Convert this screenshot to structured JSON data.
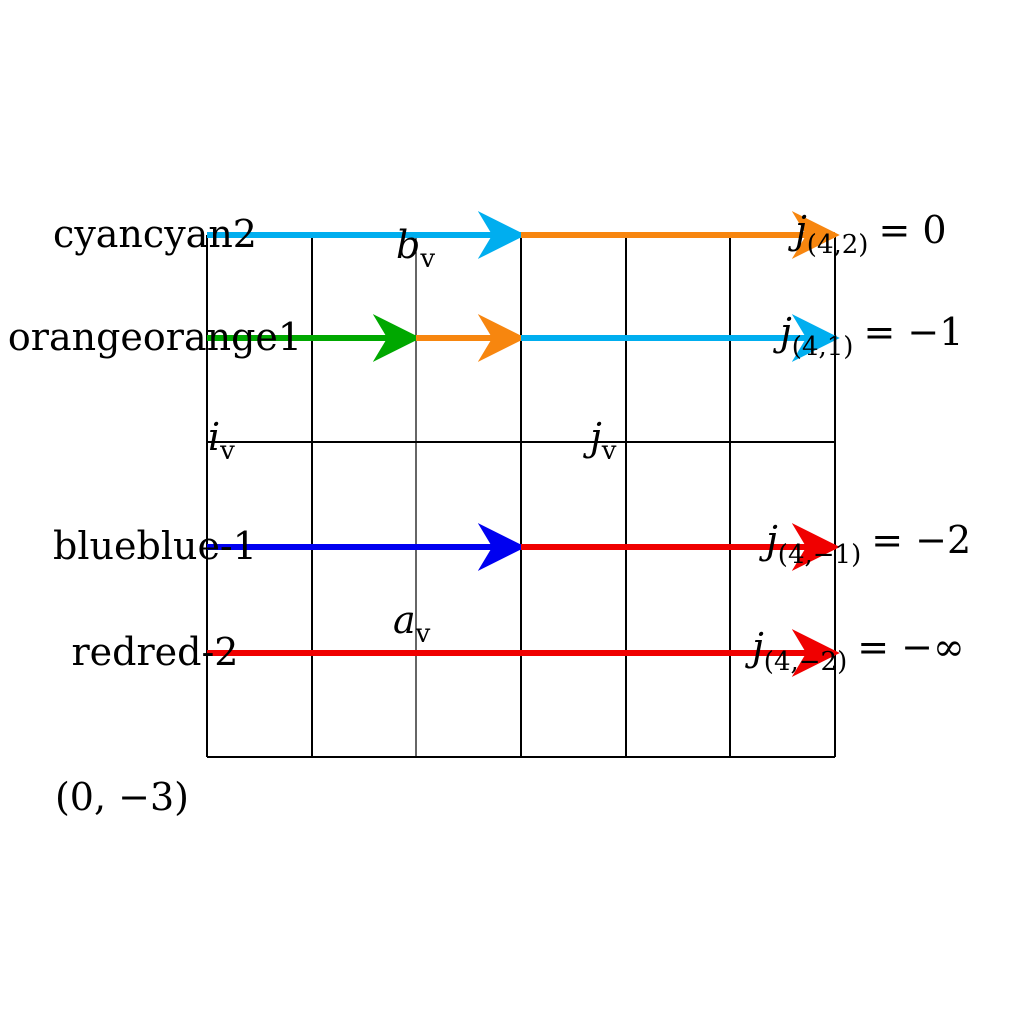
{
  "row_labels": {
    "cyan": "cyancyan2",
    "orange": "orangeorange1",
    "blue": "blueblue-1",
    "red": "redred-2"
  },
  "colors": {
    "cyan": "#00AEEF",
    "orange": "#F7860F",
    "green": "#00A800",
    "blue": "#0000F0",
    "red": "#F00000",
    "grid": "#000000"
  },
  "vertex_labels": {
    "b": "b",
    "i": "i",
    "j": "j",
    "a": "a",
    "subscript": "v"
  },
  "origin_label": "(0, −3)",
  "outputs": [
    {
      "base": "j",
      "sub": "(4,2)",
      "rhs": "= 0"
    },
    {
      "base": "j",
      "sub": "(4,1)",
      "rhs": "= −1"
    },
    {
      "base": "j",
      "sub": "(4,−1)",
      "rhs": "= −2"
    },
    {
      "base": "j",
      "sub": "(4,−2)",
      "rhs": "= −∞"
    }
  ]
}
